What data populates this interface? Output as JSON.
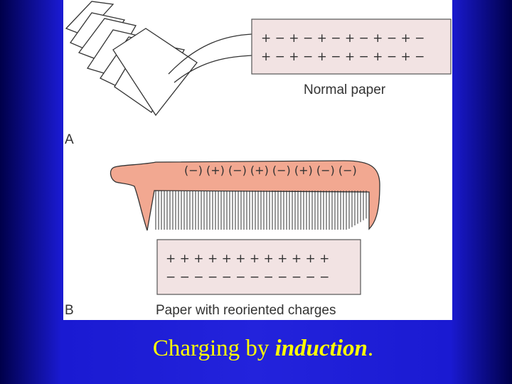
{
  "figure": {
    "panel_a": {
      "label": "A",
      "top_row": "+ − + − + − + − + − + −",
      "bottom_row": "+ − + − + − + − + − + −",
      "caption": "Normal paper"
    },
    "panel_b": {
      "label": "B",
      "comb_charges": "(−) (+) (−) (+) (−) (+) (−) (−)",
      "top_row": "+ + + + + + + + + + + +",
      "bottom_row": "− − − − − − − − − − − −",
      "caption": "Paper with reoriented charges"
    }
  },
  "slide": {
    "caption_prefix": "Charging by ",
    "caption_emphasis": "induction",
    "caption_suffix": "."
  },
  "colors": {
    "background": "#2323dc",
    "caption": "#ffff00",
    "paper_fill": "#f2e3e3",
    "comb_fill": "#f2a891"
  }
}
